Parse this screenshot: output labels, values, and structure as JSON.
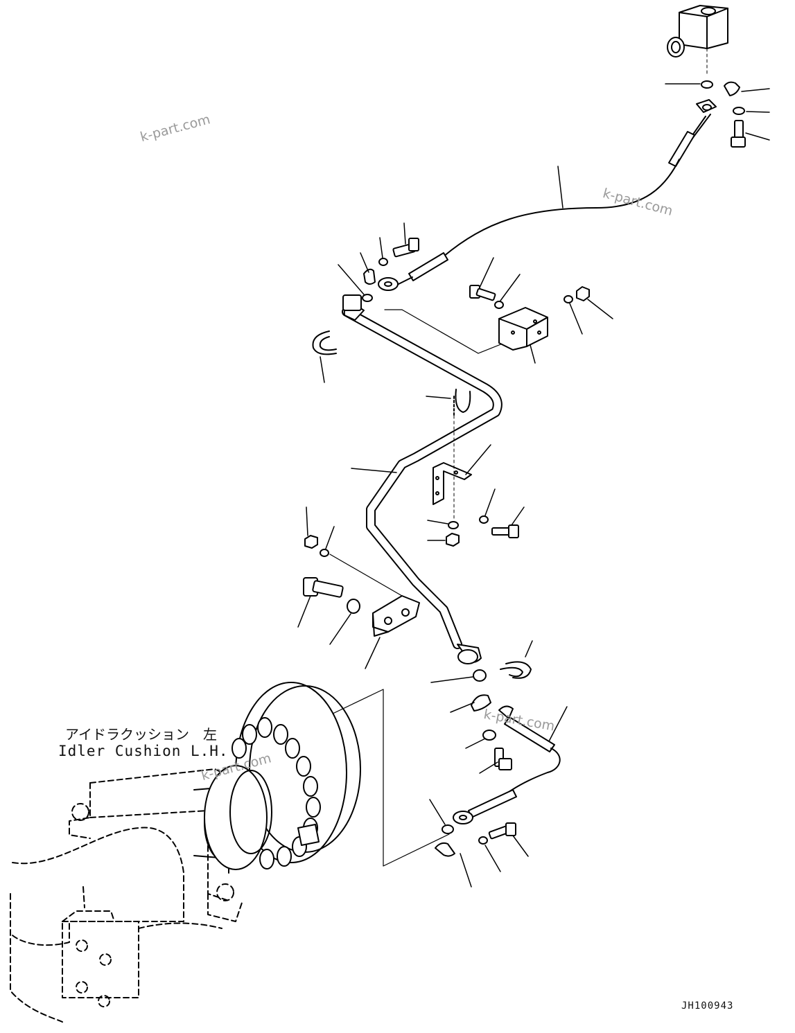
{
  "assembly_label": {
    "japanese": "アイドラクッション　左",
    "english": "Idler Cushion L.H."
  },
  "drawing_code": "JH100943",
  "watermarks": [
    "k-part.com",
    "k-part.com",
    "k-part.com",
    "k-part.com"
  ]
}
